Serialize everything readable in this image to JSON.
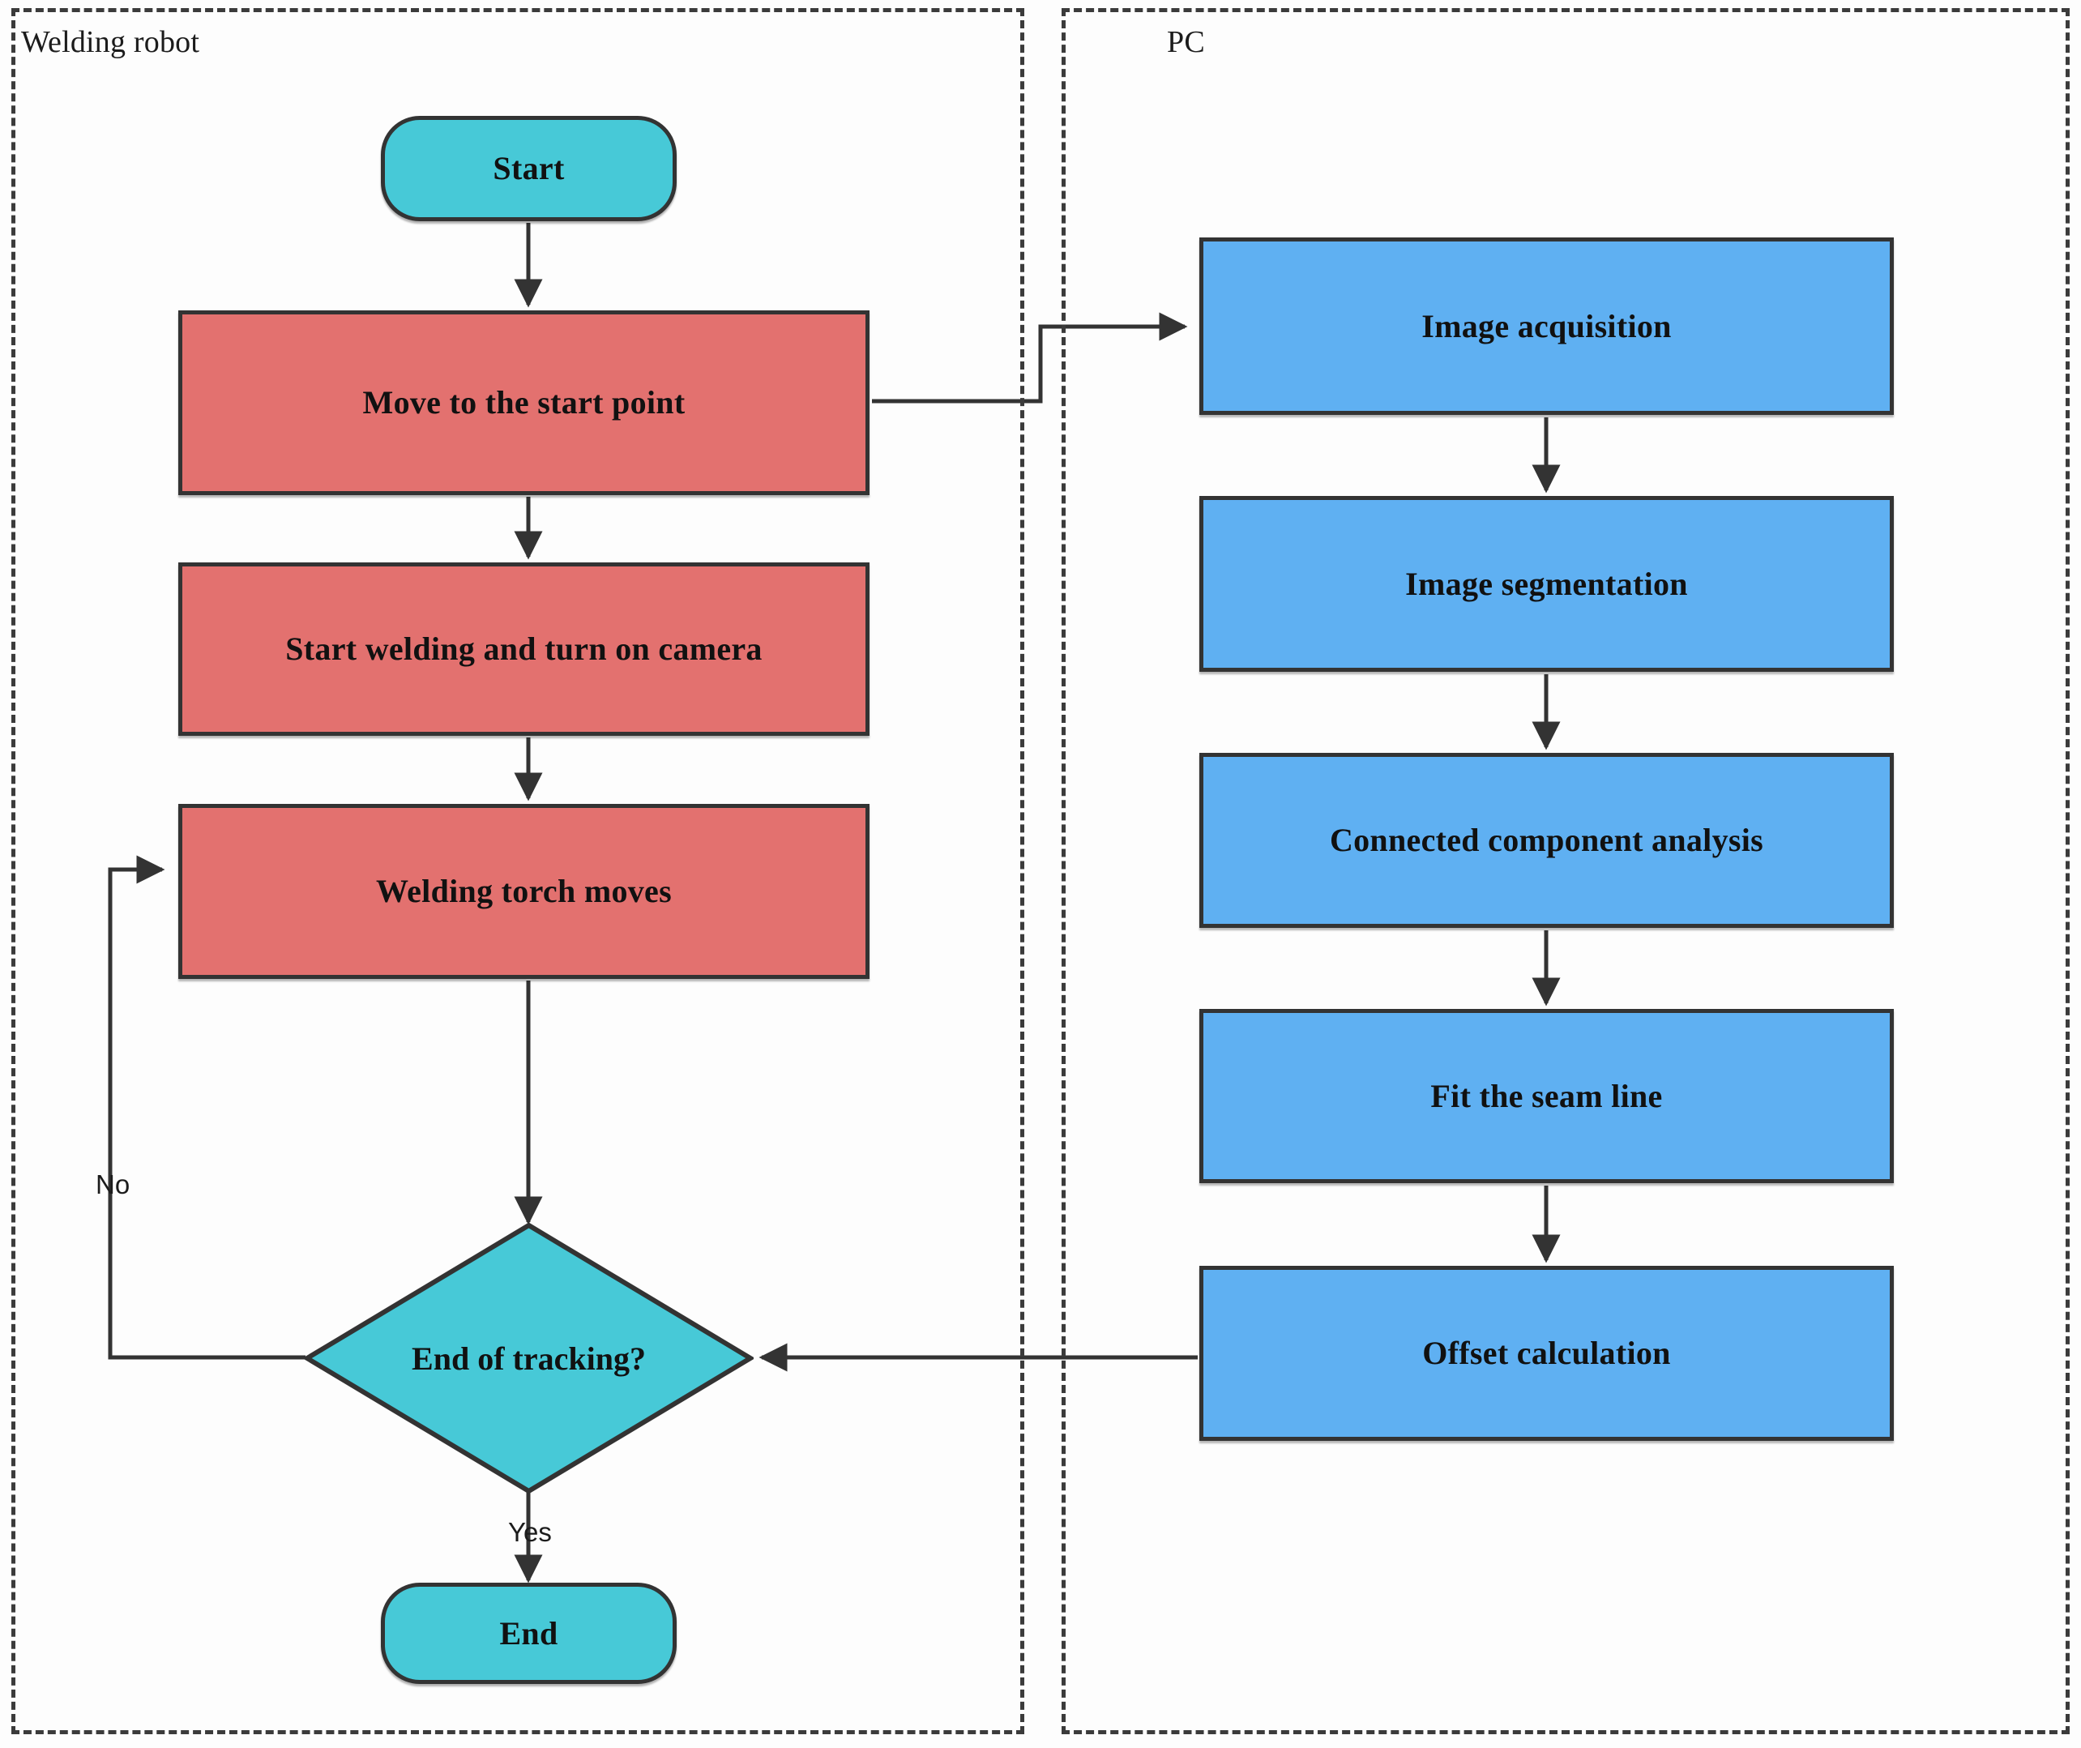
{
  "diagram": {
    "type": "flowchart",
    "title": "Welding robot seam tracking flowchart",
    "colors": {
      "terminator_fill": "#47c9d7",
      "robot_process_fill": "#e3716f",
      "pc_process_fill": "#5fb0f2",
      "stroke": "#333333",
      "panel_border": "#3b3b3b",
      "background": "#fdfdfd",
      "text": "#111111"
    },
    "lanes": [
      {
        "id": "welding-robot",
        "label": "Welding robot"
      },
      {
        "id": "pc",
        "label": "PC"
      }
    ],
    "nodes": {
      "start": {
        "label": "Start",
        "shape": "terminator",
        "lane": "welding-robot"
      },
      "move_start_point": {
        "label": "Move to the start point",
        "shape": "process",
        "lane": "welding-robot"
      },
      "start_welding": {
        "label": "Start welding and turn on camera",
        "shape": "process",
        "lane": "welding-robot"
      },
      "torch_moves": {
        "label": "Welding torch moves",
        "shape": "process",
        "lane": "welding-robot"
      },
      "end_of_tracking": {
        "label": "End of tracking?",
        "shape": "decision",
        "lane": "welding-robot"
      },
      "end": {
        "label": "End",
        "shape": "terminator",
        "lane": "welding-robot"
      },
      "image_acquisition": {
        "label": "Image acquisition",
        "shape": "process",
        "lane": "pc"
      },
      "image_segmentation": {
        "label": "Image segmentation",
        "shape": "process",
        "lane": "pc"
      },
      "connected_component": {
        "label": "Connected component analysis",
        "shape": "process",
        "lane": "pc"
      },
      "fit_seam_line": {
        "label": "Fit the seam line",
        "shape": "process",
        "lane": "pc"
      },
      "offset_calculation": {
        "label": "Offset calculation",
        "shape": "process",
        "lane": "pc"
      }
    },
    "edge_labels": {
      "no": "No",
      "yes": "Yes"
    },
    "edges": [
      {
        "from": "start",
        "to": "move_start_point",
        "label": ""
      },
      {
        "from": "move_start_point",
        "to": "start_welding",
        "label": ""
      },
      {
        "from": "move_start_point",
        "to": "image_acquisition",
        "label": ""
      },
      {
        "from": "start_welding",
        "to": "torch_moves",
        "label": ""
      },
      {
        "from": "torch_moves",
        "to": "end_of_tracking",
        "label": ""
      },
      {
        "from": "end_of_tracking",
        "to": "torch_moves",
        "label": "No"
      },
      {
        "from": "end_of_tracking",
        "to": "end",
        "label": "Yes"
      },
      {
        "from": "image_acquisition",
        "to": "image_segmentation",
        "label": ""
      },
      {
        "from": "image_segmentation",
        "to": "connected_component",
        "label": ""
      },
      {
        "from": "connected_component",
        "to": "fit_seam_line",
        "label": ""
      },
      {
        "from": "fit_seam_line",
        "to": "offset_calculation",
        "label": ""
      },
      {
        "from": "offset_calculation",
        "to": "end_of_tracking",
        "label": ""
      }
    ]
  }
}
